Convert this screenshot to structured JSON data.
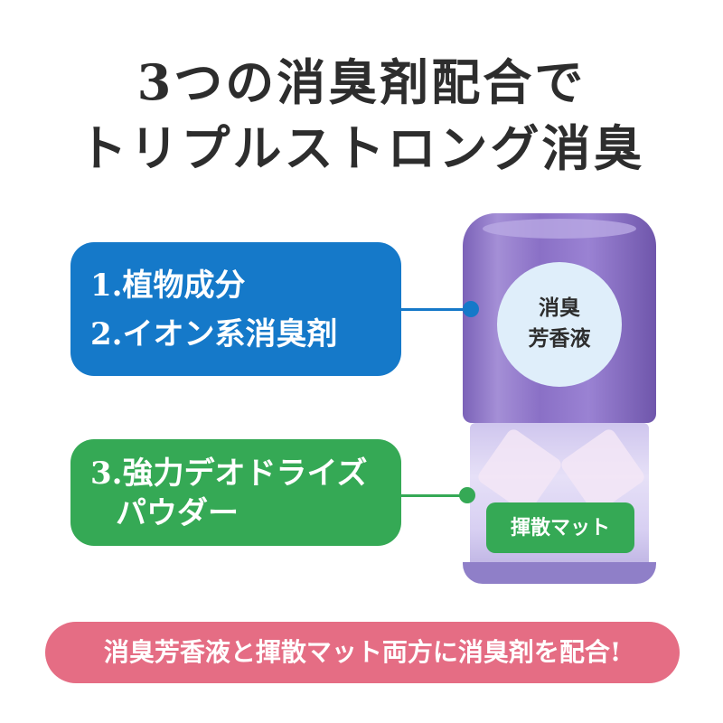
{
  "headline": {
    "line1": "3つの消臭剤配合で",
    "line2": "トリプルストロング消臭"
  },
  "ingredients": {
    "blue": [
      "1.植物成分",
      "2.イオン系消臭剤"
    ],
    "green": [
      "3.強力デオドライズ",
      "パウダー"
    ]
  },
  "product": {
    "liquid_label_line1": "消臭",
    "liquid_label_line2": "芳香液",
    "mat_label": "揮散マット"
  },
  "banner": "消臭芳香液と揮散マット両方に消臭剤を配合!",
  "colors": {
    "blue": "#1579c9",
    "green": "#35a955",
    "pink": "#e56d84",
    "purple": "#8a70c6"
  }
}
